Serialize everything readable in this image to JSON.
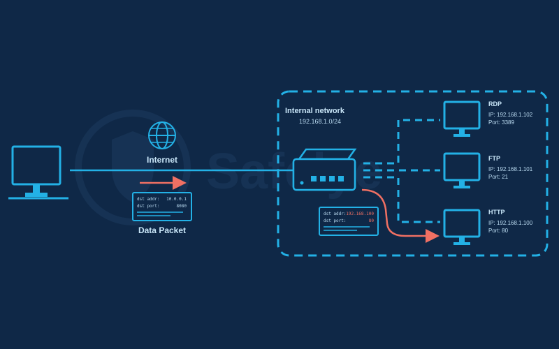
{
  "watermark": {
    "text": "Safelye"
  },
  "internet": {
    "label": "Internet"
  },
  "packet_in": {
    "label": "Data Packet",
    "dst_addr_label": "dst addr:",
    "dst_addr_value": "10.0.0.1",
    "dst_port_label": "dst port:",
    "dst_port_value": "8080"
  },
  "internal_network": {
    "title": "Internal network",
    "subnet": "192.168.1.0/24"
  },
  "packet_out": {
    "dst_addr_label": "dst addr:",
    "dst_addr_value": "192.168.100",
    "dst_port_label": "dst port:",
    "dst_port_value": "80"
  },
  "hosts": [
    {
      "service": "RDP",
      "ip": "IP: 192.168.1.102",
      "port": "Port: 3389"
    },
    {
      "service": "FTP",
      "ip": "IP: 192.168.1.101",
      "port": "Port: 21"
    },
    {
      "service": "HTTP",
      "ip": "IP: 192.168.1.100",
      "port": "Port: 80"
    }
  ],
  "colors": {
    "background": "#0f2847",
    "line": "#23b1e6",
    "arrow": "#f07063",
    "text": "#b9d9ef"
  }
}
